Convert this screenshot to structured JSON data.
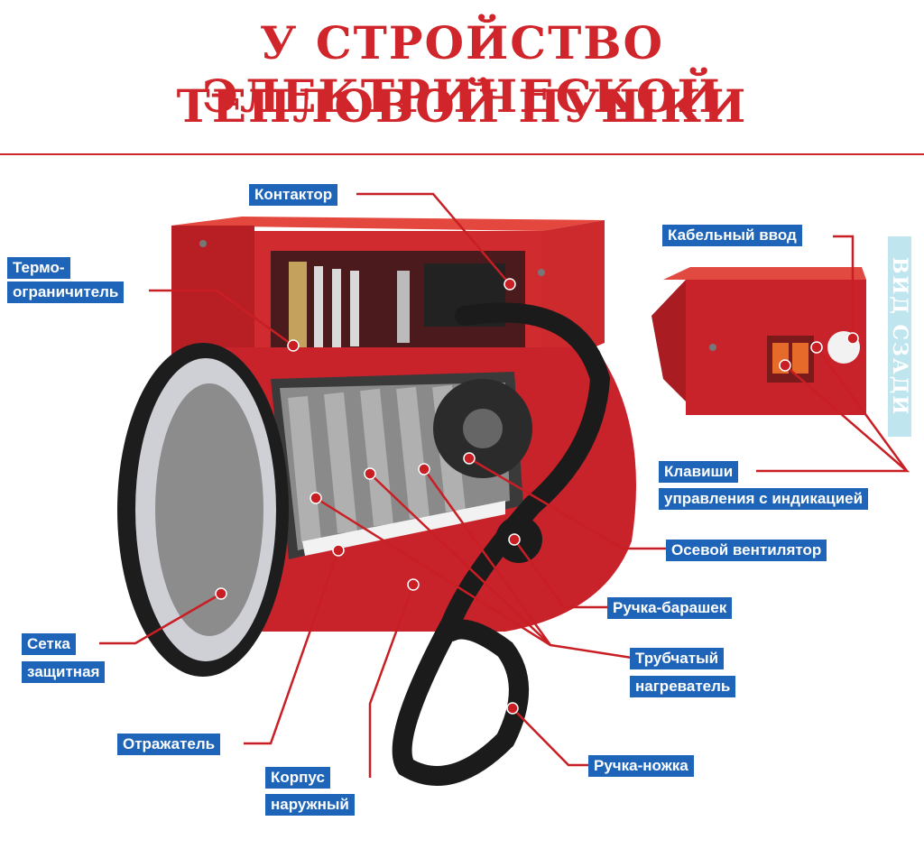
{
  "title": {
    "line1": "У СТРОЙСТВО ЭЛЕКТРИЧЕСКОЙ",
    "line2": "ТЕПЛОВОЙ ПУШКИ"
  },
  "side_label": "ВИД СЗАДИ",
  "labels": {
    "contactor": "Контактор",
    "thermo_1": "Термо-",
    "thermo_2": "ограничитель",
    "cable_entry": "Кабельный ввод",
    "keys_1": "Клавиши",
    "keys_2": "управления с индикацией",
    "axial_fan": "Осевой вентилятор",
    "wing_knob": "Ручка-барашек",
    "tube_heater_1": "Трубчатый",
    "tube_heater_2": "нагреватель",
    "grid_1": "Сетка",
    "grid_2": "защитная",
    "reflector": "Отражатель",
    "body_1": "Корпус",
    "body_2": "наружный",
    "handle_leg": "Ручка-ножка"
  },
  "colors": {
    "title": "#d0262b",
    "label_bg": "#1e64b8",
    "leader": "#c81e24",
    "body_red": "#c8232a",
    "side_bg": "#bfe6ef"
  }
}
